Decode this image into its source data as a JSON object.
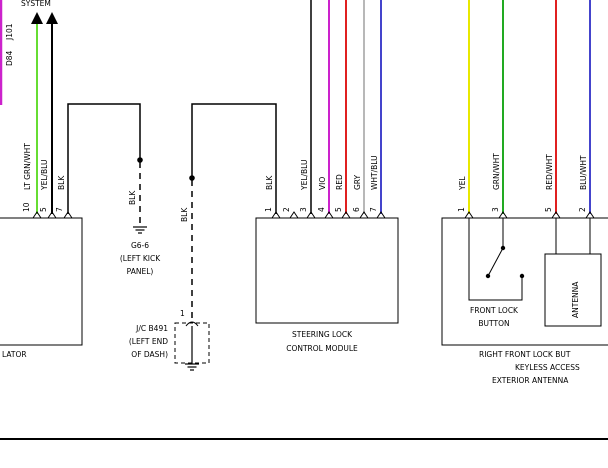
{
  "colors": {
    "ink": "#000000",
    "wire_lt_grn_wht": "#66dd33",
    "wire_yel": "#e8e800",
    "wire_vio": "#cc22cc",
    "wire_red": "#e02020",
    "wire_gry": "#b8b8b8",
    "wire_blu": "#4444cc",
    "wire_grn": "#22aa22"
  },
  "top_left": {
    "system": "SYSTEM",
    "ref": "D84",
    "ref2": "J101"
  },
  "left_module": {
    "name_fragment": "LATOR",
    "wires": [
      {
        "pin": "10",
        "label": "LT GRN/WHT"
      },
      {
        "pin": "5",
        "label": "YEL/BLU"
      },
      {
        "pin": "7",
        "label": "BLK"
      }
    ]
  },
  "ground_g6": {
    "wire_label": "BLK",
    "name": "G6-6",
    "loc1": "(LEFT KICK",
    "loc2": "PANEL)"
  },
  "jc_b491": {
    "wire_label": "BLK",
    "pin": "1",
    "name": "J/C B491",
    "loc1": "(LEFT END",
    "loc2": "OF DASH)"
  },
  "steering_lock": {
    "name1": "STEERING LOCK",
    "name2": "CONTROL MODULE",
    "wires": [
      {
        "pin": "1",
        "label": "BLK"
      },
      {
        "pin": "2",
        "label": ""
      },
      {
        "pin": "3",
        "label": "YEL/BLU"
      },
      {
        "pin": "4",
        "label": "VIO"
      },
      {
        "pin": "5",
        "label": "RED"
      },
      {
        "pin": "6",
        "label": "GRY"
      },
      {
        "pin": "7",
        "label": "WHT/BLU"
      }
    ]
  },
  "right_module": {
    "button1": "FRONT LOCK",
    "button2": "BUTTON",
    "antenna": "ANTENNA",
    "name1": "RIGHT FRONT LOCK BUT",
    "name2": "KEYLESS ACCESS",
    "name3": "EXTERIOR ANTENNA",
    "wires": [
      {
        "pin": "1",
        "label": "YEL"
      },
      {
        "pin": "3",
        "label": "GRN/WHT"
      },
      {
        "pin": "5",
        "label": "RED/WHT"
      },
      {
        "pin": "2",
        "label": "BLU/WHT"
      }
    ]
  }
}
